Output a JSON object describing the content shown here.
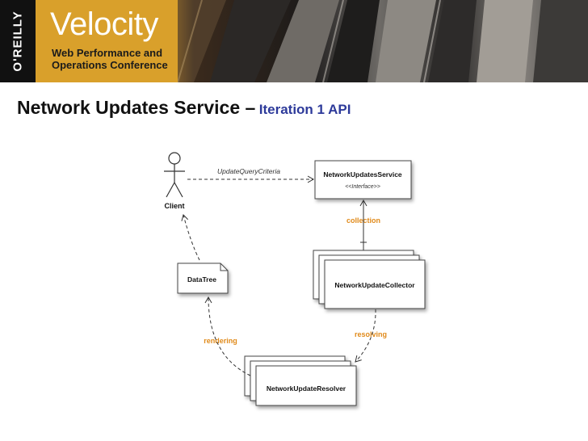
{
  "header": {
    "publisher": "O'REILLY",
    "brand": "Velocity",
    "subtitle_line1": "Web Performance and",
    "subtitle_line2": "Operations Conference"
  },
  "slide": {
    "title": "Network Updates Service –",
    "subtitle": "Iteration 1 API"
  },
  "diagram": {
    "actor_label": "Client",
    "query_label": "UpdateQueryCriteria",
    "service_name": "NetworkUpdatesService",
    "service_stereotype": "<<Interface>>",
    "collection_label": "collection",
    "collector_name": "NetworkUpdateCollector",
    "resolving_label": "resolving",
    "resolver_name": "NetworkUpdateResolver",
    "rendering_label": "rendering",
    "datatree_name": "DataTree",
    "accent_color": "#e08a1a"
  }
}
